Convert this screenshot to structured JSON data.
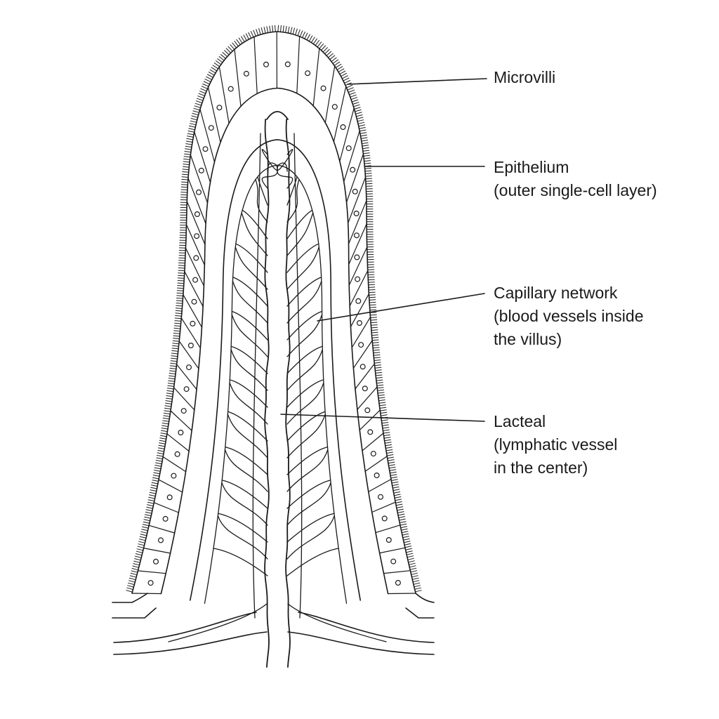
{
  "diagram": {
    "labels": {
      "microvilli": {
        "lines": [
          "Microvilli"
        ]
      },
      "epithelium": {
        "lines": [
          "Epithelium",
          "(outer single-cell layer)"
        ]
      },
      "capillary": {
        "lines": [
          "Capillary network",
          "(blood vessels inside",
          "the villus)"
        ]
      },
      "lacteal": {
        "lines": [
          "Lacteal",
          "(lymphatic vessel",
          "in the center)"
        ]
      }
    },
    "colors": {
      "ink": "#1a1a1a",
      "background": "#ffffff"
    }
  }
}
